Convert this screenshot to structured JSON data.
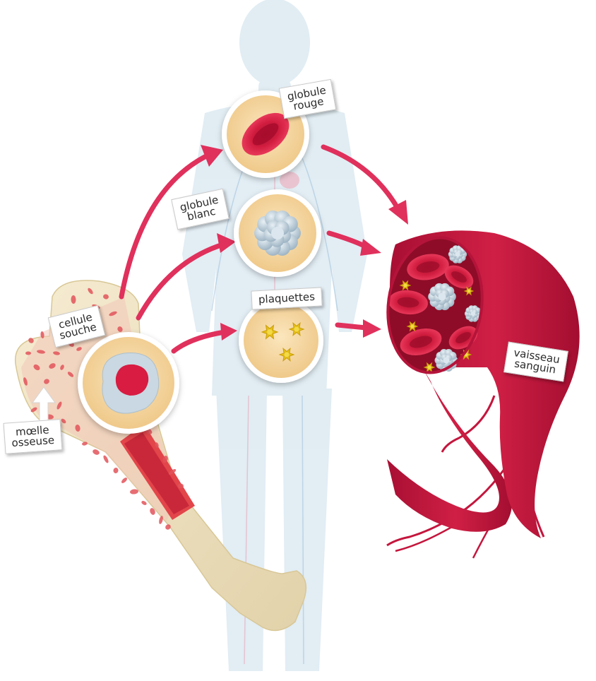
{
  "labels": {
    "stem_cell": {
      "line1": "cellule",
      "line2": "souche"
    },
    "red_cell": {
      "line1": "globule",
      "line2": "rouge"
    },
    "white_cell": {
      "line1": "globule",
      "line2": "blanc"
    },
    "platelets": {
      "line1": "plaquettes"
    },
    "vessel": {
      "line1": "vaisseau",
      "line2": "sanguin"
    },
    "marrow": {
      "line1": "mœlle",
      "line2": "osseuse"
    }
  },
  "colors": {
    "arrow": "#e0305c",
    "red_cell": "#d81f42",
    "white_cell": "#b9ccd8",
    "platelet": "#e8c21a",
    "cell_disc": "#f6d7a0",
    "bone": "#efe3c3",
    "marrow": "#e2454a",
    "vessel": "#c4163d",
    "silhouette": "#d6e6ef"
  }
}
